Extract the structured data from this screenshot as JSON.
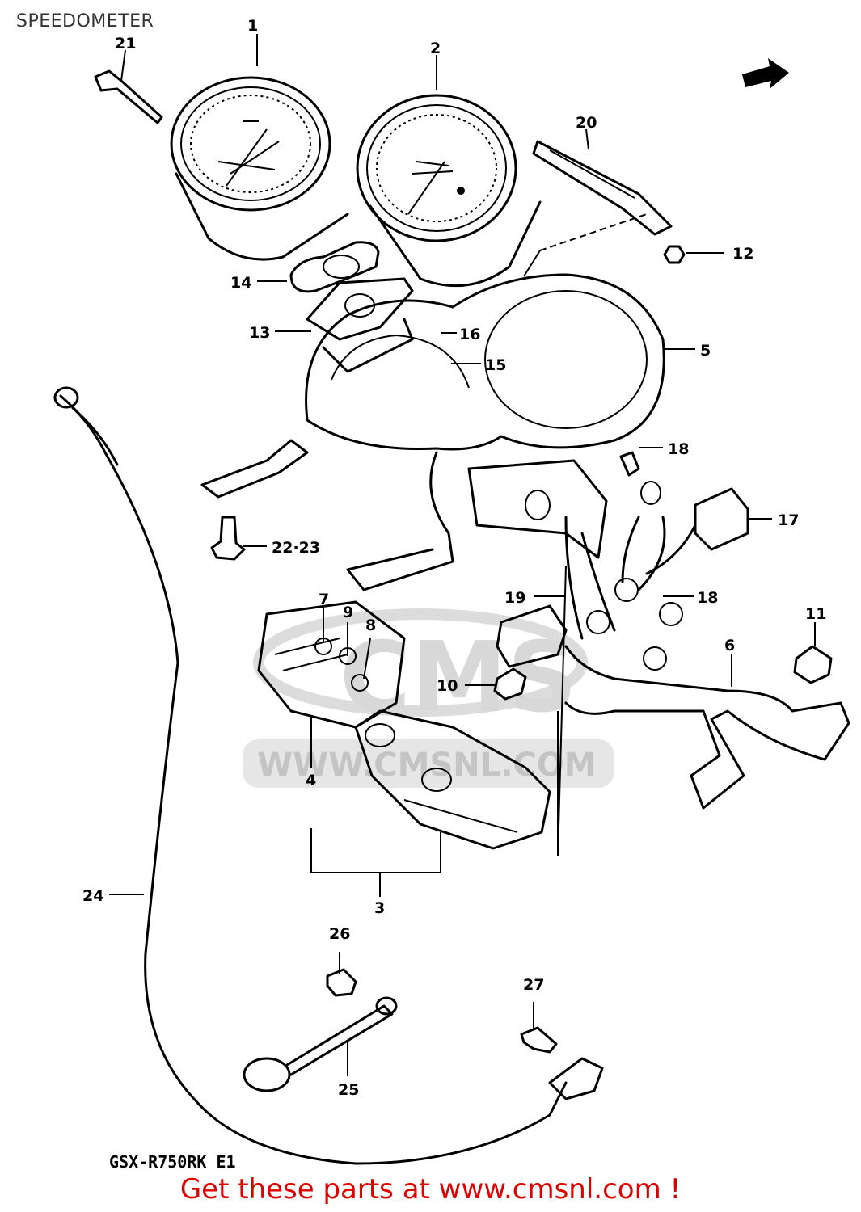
{
  "page_title": "SPEEDOMETER",
  "watermark": "WWW.CMSNL.COM",
  "watermark_logo": "CMS",
  "model_code": "GSX-R750RK E1",
  "footer": "Get these parts at www.cmsnl.com !",
  "callouts": [
    "1",
    "2",
    "3",
    "4",
    "5",
    "6",
    "7",
    "8",
    "9",
    "10",
    "11",
    "12",
    "13",
    "14",
    "15",
    "16",
    "17",
    "18",
    "18",
    "19",
    "20",
    "21",
    "22·23",
    "24",
    "25",
    "26",
    "27"
  ],
  "colors": {
    "footer_red": "#e00000",
    "watermark_gray": "#d8d8d8"
  }
}
